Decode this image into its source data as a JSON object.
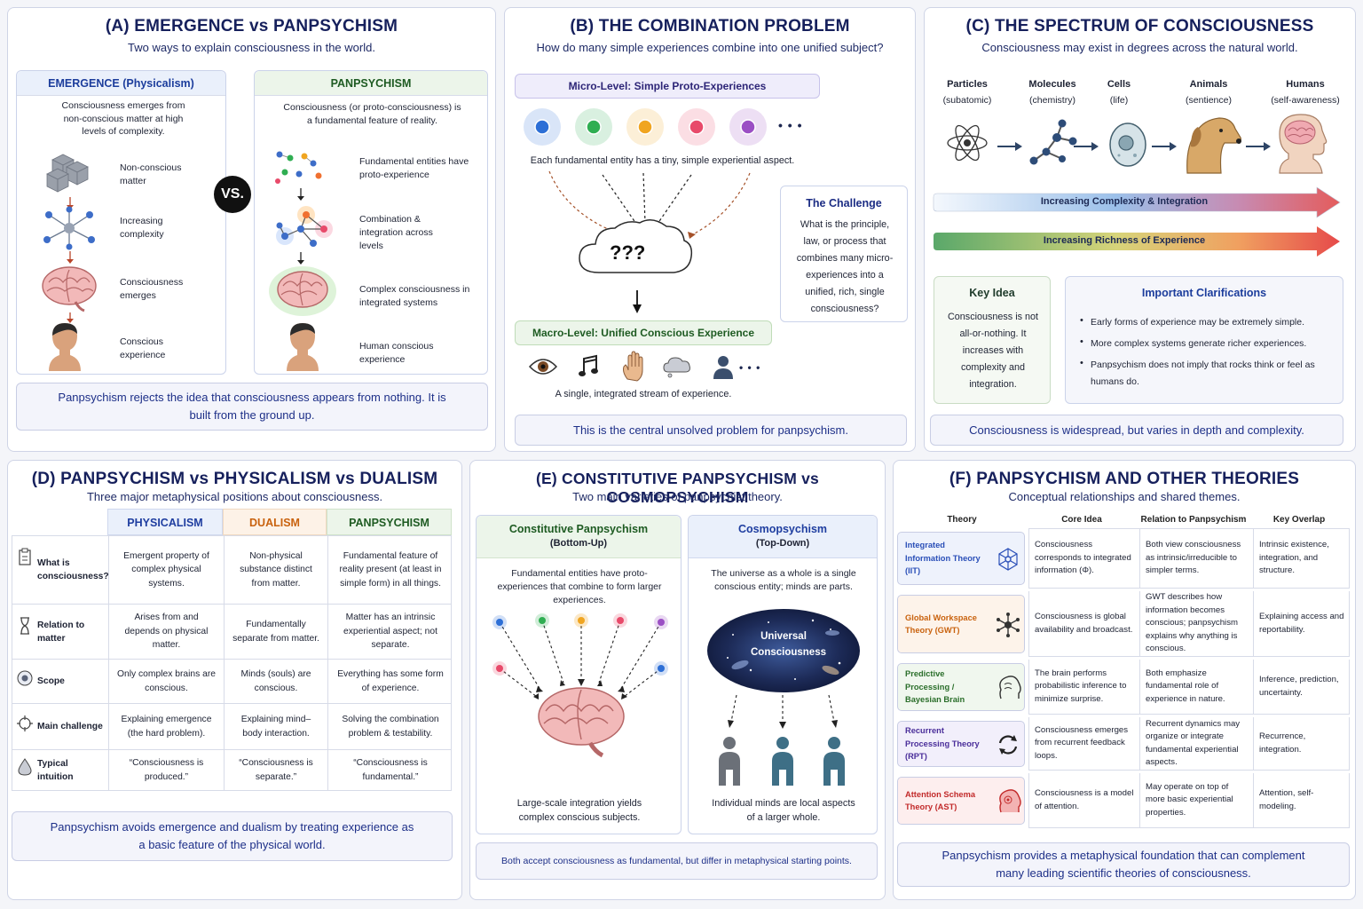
{
  "A": {
    "title": "(A)  EMERGENCE vs PANPSYCHISM",
    "subtitle": "Two ways to explain consciousness in the world.",
    "em_head": "EMERGENCE  (Physicalism)",
    "em_desc": "Consciousness emerges from non-conscious matter at high levels of complexity.",
    "em_steps": [
      "Non-conscious matter",
      "Increasing complexity",
      "Consciousness emerges",
      "Conscious experience"
    ],
    "vs": "VS.",
    "pp_head": "PANPSYCHISM",
    "pp_desc": "Consciousness (or proto-consciousness) is a fundamental feature of reality.",
    "pp_steps": [
      "Fundamental entities have proto-experience",
      "Combination & integration across levels",
      "Complex consciousness in integrated systems",
      "Human conscious experience"
    ],
    "footer": "Panpsychism rejects the idea that consciousness appears from nothing. It is built from the ground up."
  },
  "B": {
    "title": "(B)  THE COMBINATION PROBLEM",
    "subtitle": "How do many simple experiences combine into one unified subject?",
    "micro": "Micro-Level: Simple Proto-Experiences",
    "ellipsis": "• • •",
    "micro_desc": "Each fundamental entity has a tiny, simple experiential aspect.",
    "cloud": "???",
    "challenge_head": "The Challenge",
    "challenge": "What is the principle, law, or process that combines many micro-experiences into a unified, rich, single consciousness?",
    "macro": "Macro-Level: Unified Conscious Experience",
    "macro_ellipsis": "• • •",
    "macro_desc": "A single, integrated stream of experience.",
    "footer": "This is the central unsolved problem for panpsychism.",
    "orb_colors": [
      "#2d6fd6",
      "#2fae52",
      "#f0a520",
      "#e84a6a",
      "#9b4fc4"
    ]
  },
  "C": {
    "title": "(C)  THE SPECTRUM OF CONSCIOUSNESS",
    "subtitle": "Consciousness may exist in degrees across the natural world.",
    "levels": [
      {
        "name": "Particles",
        "sub": "(subatomic)"
      },
      {
        "name": "Molecules",
        "sub": "(chemistry)"
      },
      {
        "name": "Cells",
        "sub": "(life)"
      },
      {
        "name": "Animals",
        "sub": "(sentience)"
      },
      {
        "name": "Humans",
        "sub": "(self-awareness)"
      }
    ],
    "arrow1": "Increasing Complexity & Integration",
    "arrow2": "Increasing Richness of Experience",
    "key_head": "Key Idea",
    "key": "Consciousness is not all-or-nothing. It increases with complexity and integration.",
    "clar_head": "Important Clarifications",
    "clar": [
      "Early forms of experience may be extremely simple.",
      "More complex systems generate richer experiences.",
      "Panpsychism does not imply that rocks think or feel as humans do."
    ],
    "footer": "Consciousness is widespread, but varies in depth and complexity."
  },
  "D": {
    "title": "(D)  PANPSYCHISM vs PHYSICALISM vs DUALISM",
    "subtitle": "Three major metaphysical positions about consciousness.",
    "cols": [
      "PHYSICALISM",
      "DUALISM",
      "PANPSYCHISM"
    ],
    "rows": [
      {
        "label": "What is consciousness?",
        "cells": [
          "Emergent property of complex physical systems.",
          "Non-physical substance distinct from matter.",
          "Fundamental feature of reality present (at least in simple form) in all things."
        ]
      },
      {
        "label": "Relation to matter",
        "cells": [
          "Arises from and depends on physical matter.",
          "Fundamentally separate from matter.",
          "Matter has an intrinsic experiential aspect; not separate."
        ]
      },
      {
        "label": "Scope",
        "cells": [
          "Only complex brains are conscious.",
          "Minds (souls) are conscious.",
          "Everything has some form of experience."
        ]
      },
      {
        "label": "Main challenge",
        "cells": [
          "Explaining emergence (the hard problem).",
          "Explaining mind–body interaction.",
          "Solving the combination problem & testability."
        ]
      },
      {
        "label": "Typical intuition",
        "cells": [
          "“Consciousness is produced.”",
          "“Consciousness is separate.”",
          "“Consciousness is fundamental.”"
        ]
      }
    ],
    "footer": "Panpsychism avoids emergence and dualism by treating experience as a basic feature of the physical world."
  },
  "E": {
    "title": "(E)  CONSTITUTIVE PANPSYCHISM vs COSMOPSYCHISM",
    "subtitle": "Two main varieties of panpsychist theory.",
    "left_head": "Constitutive Panpsychism",
    "left_sub": "(Bottom-Up)",
    "left_desc": "Fundamental entities have proto-experiences that combine to form larger experiences.",
    "left_foot": "Large-scale integration yields complex conscious subjects.",
    "right_head": "Cosmopsychism",
    "right_sub": "(Top-Down)",
    "right_desc": "The universe as a whole is a single conscious entity; minds are parts.",
    "universe": "Universal Consciousness",
    "right_foot": "Individual minds are local aspects of a larger whole.",
    "footer": "Both accept consciousness as fundamental, but differ in metaphysical starting points."
  },
  "F": {
    "title": "(F)  PANPSYCHISM AND OTHER THEORIES",
    "subtitle": "Conceptual relationships and shared themes.",
    "heads": [
      "Theory",
      "Core Idea",
      "Relation to Panpsychism",
      "Key Overlap"
    ],
    "rows": [
      {
        "theory": "Integrated Information Theory (IIT)",
        "color": "#2a4fb8",
        "bg": "#eef2fc",
        "core": "Consciousness corresponds to integrated information (Φ).",
        "rel": "Both view consciousness as intrinsic/irreducible to simpler terms.",
        "overlap": "Intrinsic existence, integration, and structure."
      },
      {
        "theory": "Global Workspace Theory (GWT)",
        "color": "#c9620e",
        "bg": "#fdf3ea",
        "core": "Consciousness is global availability and broadcast.",
        "rel": "GWT describes how information becomes conscious; panpsychism explains why anything is conscious.",
        "overlap": "Explaining access and reportability."
      },
      {
        "theory": "Predictive Processing / Bayesian Brain",
        "color": "#2a6e2a",
        "bg": "#f0f7ee",
        "core": "The brain performs probabilistic inference to minimize surprise.",
        "rel": "Both emphasize fundamental role of experience in nature.",
        "overlap": "Inference, prediction, uncertainty."
      },
      {
        "theory": "Recurrent Processing Theory (RPT)",
        "color": "#4a2e9a",
        "bg": "#f2effb",
        "core": "Consciousness emerges from recurrent feedback loops.",
        "rel": "Recurrent dynamics may organize or integrate fundamental experiential aspects.",
        "overlap": "Recurrence, integration."
      },
      {
        "theory": "Attention Schema Theory (AST)",
        "color": "#c22a2a",
        "bg": "#fdeeee",
        "core": "Consciousness is a model of attention.",
        "rel": "May operate on top of more basic experiential properties.",
        "overlap": "Attention, self-modeling."
      }
    ],
    "footer": "Panpsychism provides a metaphysical foundation that can complement many leading scientific theories of consciousness."
  }
}
